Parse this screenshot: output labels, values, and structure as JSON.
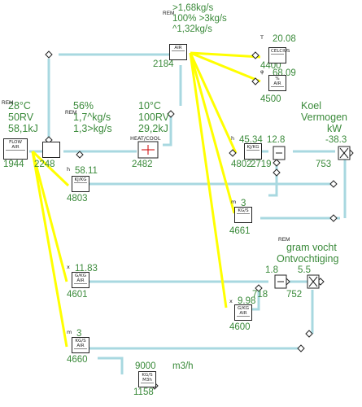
{
  "labels": {
    "top_flow_1": ">1,68kg/s",
    "top_flow_2": "100% >3kg/s",
    "top_flow_3": "^1,32kg/s",
    "id_2184": "2184",
    "temp_value": "20.08",
    "id_4400": "4400",
    "hum_value": "68.09",
    "id_4500": "4500",
    "in_temp": "28°C",
    "in_rh": "50RV",
    "in_h": "58,1kJ",
    "id_1944": "1944",
    "mix_pct": "56%",
    "mix_flow_1": "1,7^kg/s",
    "mix_flow_2": "1,3>kg/s",
    "id_2248": "2248",
    "hc_temp": "10°C",
    "hc_rh": "100RV",
    "hc_h": "29,2kJ",
    "heat_cool_label": "HEAT/COOL",
    "id_2482": "2482",
    "koel_label": "Koel",
    "vermogen_label": "Vermogen",
    "kw_label": "kW",
    "h_val_1": "45.34",
    "dh_val_1": "12.8",
    "power_val": "-38.3",
    "id_4802": "4802",
    "id_2719": "2719",
    "id_753": "753",
    "h_val_2": "58.11",
    "id_4803": "4803",
    "m_val_1": "3",
    "id_4661": "4661",
    "gram_vocht_label": "gram vocht",
    "ontvochtiging_label": "Ontvochtiging",
    "x_val_1": "11.83",
    "id_4601": "4601",
    "dx_val": "1.8",
    "dehum_val": "5.5",
    "id_718": "718",
    "id_752": "752",
    "x_val_2": "9.98",
    "id_4600": "4600",
    "m_val_2": "3",
    "id_4660": "4660",
    "vol_val": "9000",
    "vol_unit": "m3/h",
    "id_1158": "1158"
  },
  "blocks": {
    "temp_block": "CELCIUS",
    "hum_block": "% AIR",
    "flow_block": "FLOW AIR",
    "hx_block_1": "KJ/KG",
    "hx_block_2": "KJ/KG",
    "mass_block_1": "KG/S",
    "gx_block_1": "G/KG AIR",
    "gx_block_2": "G/KG AIR",
    "mass_block_2": "KG/S AIR",
    "vol_block": "KG/S M3h",
    "air_block": "AIR"
  },
  "tags": {
    "T": "T",
    "phi": "φ",
    "rem": "REM",
    "h": "h",
    "m": "m",
    "x": "x"
  },
  "colors": {
    "wire_blue": "#a8d8e0",
    "wire_yellow": "#ffff00",
    "label_green": "#3a8a3a"
  }
}
